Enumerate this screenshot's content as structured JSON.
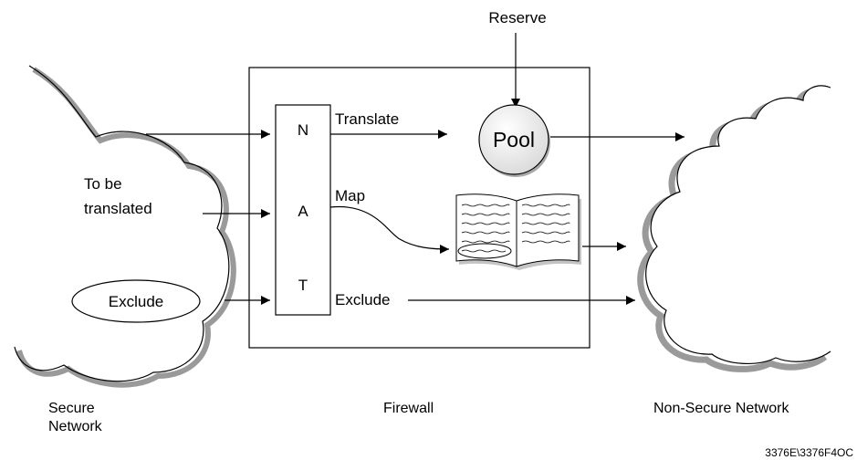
{
  "title": "",
  "nodes": {
    "reserve": "Reserve",
    "translate": "Translate",
    "map": "Map",
    "exclude_flow": "Exclude",
    "pool": "Pool",
    "nat_letters": [
      "N",
      "A",
      "T"
    ],
    "to_be_line1": "To be",
    "to_be_line2": "translated",
    "exclude_ellipse": "Exclude"
  },
  "captions": {
    "secure_line1": "Secure",
    "secure_line2": "Network",
    "firewall": "Firewall",
    "non_secure": "Non-Secure Network"
  },
  "figure_id": "3376E\\3376F4OC"
}
